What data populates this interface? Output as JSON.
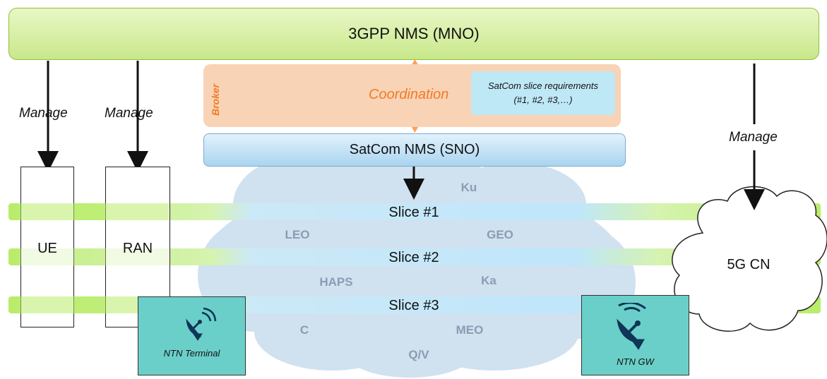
{
  "banner": {
    "title": "3GPP NMS (MNO)"
  },
  "manage_labels": [
    "Manage",
    "Manage",
    "Manage"
  ],
  "broker": {
    "label": "Broker",
    "coordination": "Coordination",
    "requirements_line1": "SatCom slice requirements",
    "requirements_line2": "(#1, #2, #3,…)"
  },
  "satcom_nms": {
    "label": "SatCom NMS (SNO)"
  },
  "slices": [
    "Slice #1",
    "Slice #2",
    "Slice #3"
  ],
  "boxes": {
    "ue": "UE",
    "ran": "RAN",
    "core": "5G CN"
  },
  "satellite_labels": {
    "ku": "Ku",
    "leo": "LEO",
    "geo": "GEO",
    "haps": "HAPS",
    "ka": "Ka",
    "c": "C",
    "meo": "MEO",
    "qv": "Q/V"
  },
  "ntn": {
    "terminal": "NTN Terminal",
    "gateway": "NTN GW"
  },
  "colors": {
    "banner_green": "#c8e88a",
    "broker_orange": "#f9d3b5",
    "accent_orange": "#f07a28",
    "requirements_blue": "#bfe8f6",
    "cloud_blue": "#c8dcee",
    "slice_blue": "#bfe6fa",
    "slice_green": "#b9ec6a",
    "ntn_teal": "#6bcfc9",
    "dish_navy": "#0f3557"
  }
}
